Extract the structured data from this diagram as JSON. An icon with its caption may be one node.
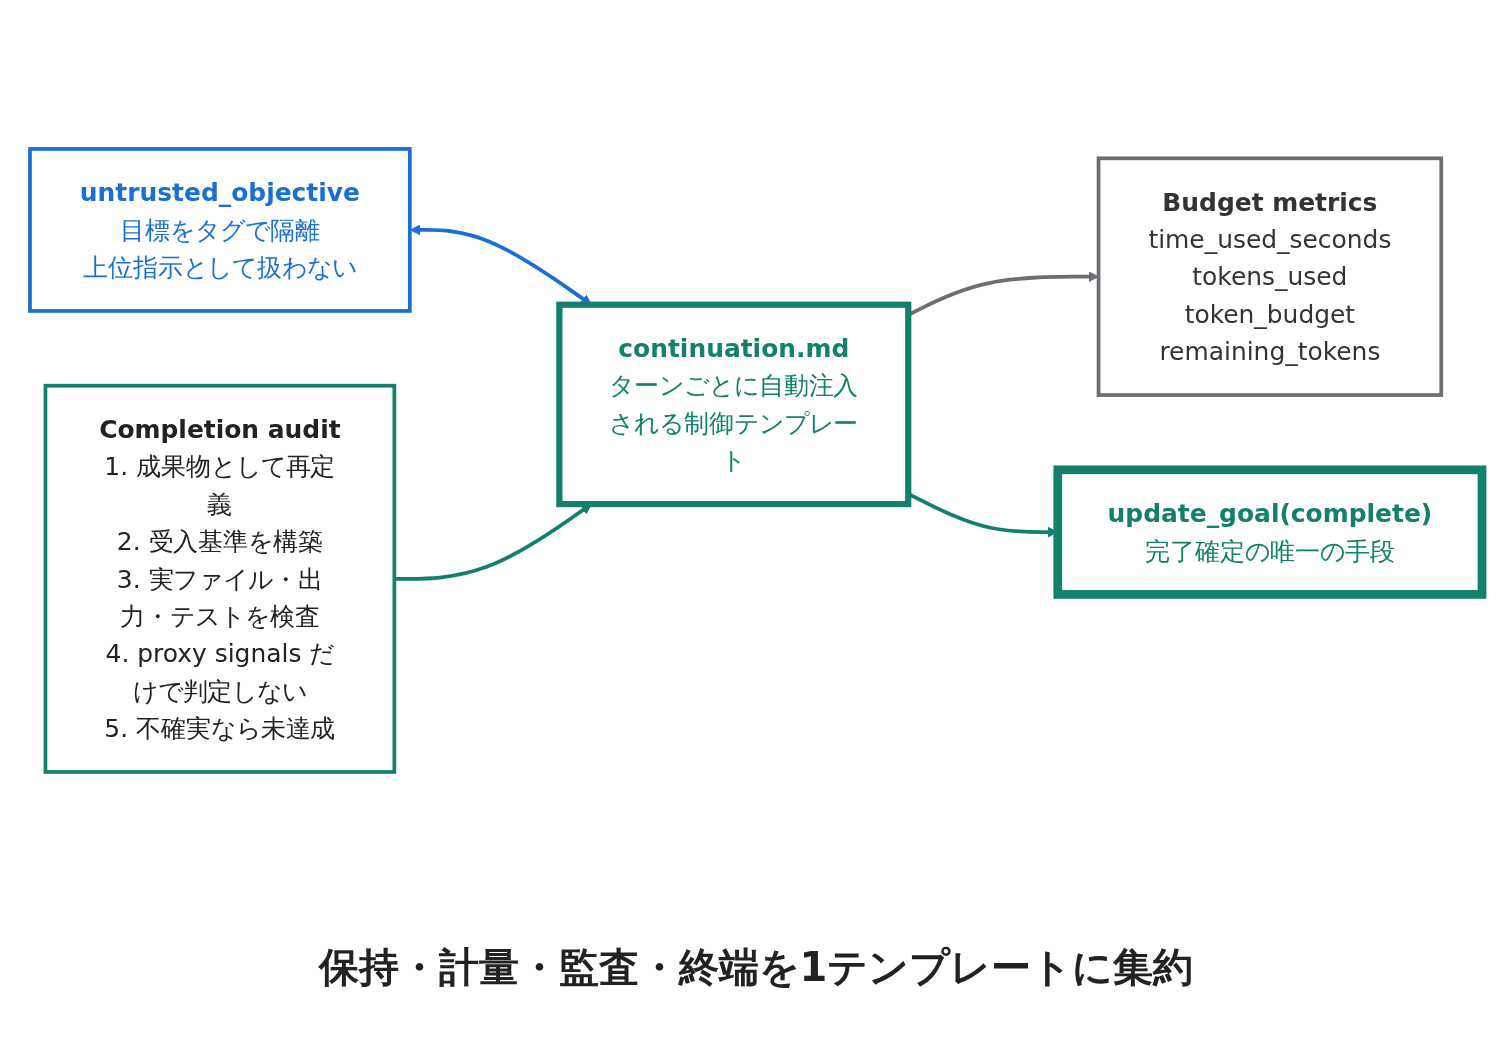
{
  "diagram": {
    "caption": "保持・計量・監査・終端を1テンプレートに集約",
    "nodes": [
      {
        "text": [
          "untrusted_objective",
          "目標をタグで隔離",
          "上位指示として扱わない"
        ]
      },
      {
        "text": [
          "Budget metrics",
          "time_used_seconds",
          "tokens_used",
          "token_budget",
          "remaining_tokens"
        ]
      },
      {
        "text": [
          "continuation.md",
          "ターンごとに自動注入される制御テンプレート"
        ]
      },
      {
        "text": [
          "Completion audit",
          "1. 成果物として再定義",
          "2. 受入基準を構築",
          "3. 実ファイル・出力・テストを検査",
          "4. proxy signals だけで判定しない",
          "5. 不確実なら未達成"
        ]
      },
      {
        "text": [
          "update_goal(complete)",
          "完了確定の唯一の手段"
        ]
      }
    ],
    "edges": [
      {
        "from": 0,
        "to": 2,
        "arrow": "both",
        "color": "#1a6fd6"
      },
      {
        "from": 2,
        "to": 1,
        "arrow": "to",
        "color": "#6b6e72"
      },
      {
        "from": 3,
        "to": 2,
        "arrow": "to"
      },
      {
        "from": 2,
        "to": 4,
        "arrow": "to"
      }
    ]
  }
}
